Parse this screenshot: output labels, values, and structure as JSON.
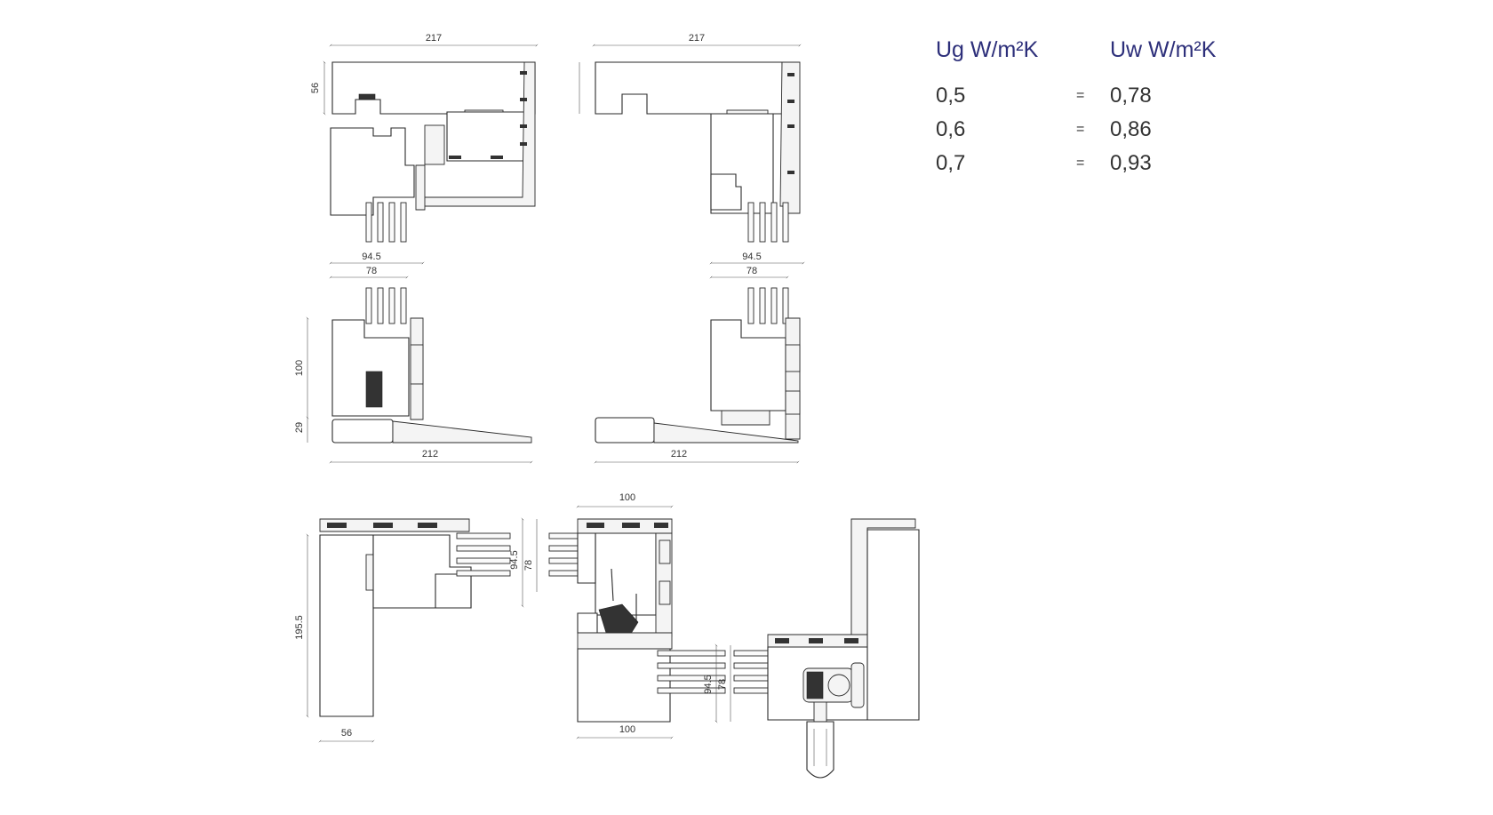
{
  "dimensions": {
    "top_left_width": "217",
    "top_left_height": "56",
    "top_right_width": "217",
    "mid_left_outer": "94.5",
    "mid_left_inner": "78",
    "mid_right_outer": "94.5",
    "mid_right_inner": "78",
    "sill_left_height": "100",
    "sill_left_base": "29",
    "sill_left_width": "212",
    "sill_right_width": "212",
    "bottom_left_height": "195.5",
    "bottom_left_width": "56",
    "bottom_center_top_width": "100",
    "bottom_center_outer": "94.5",
    "bottom_center_inner": "78",
    "bottom_center_bottom_width": "100",
    "bottom_right_outer": "94.5",
    "bottom_right_inner": "78"
  },
  "table": {
    "header_ug": "Ug W/m²K",
    "header_uw": "Uw W/m²K",
    "rows": [
      {
        "ug": "0,5",
        "eq": "=",
        "uw": "0,78"
      },
      {
        "ug": "0,6",
        "eq": "=",
        "uw": "0,86"
      },
      {
        "ug": "0,7",
        "eq": "=",
        "uw": "0,93"
      }
    ]
  },
  "colors": {
    "header_text": "#2d2f7a",
    "value_text": "#333333",
    "line": "#2a2a2a"
  }
}
